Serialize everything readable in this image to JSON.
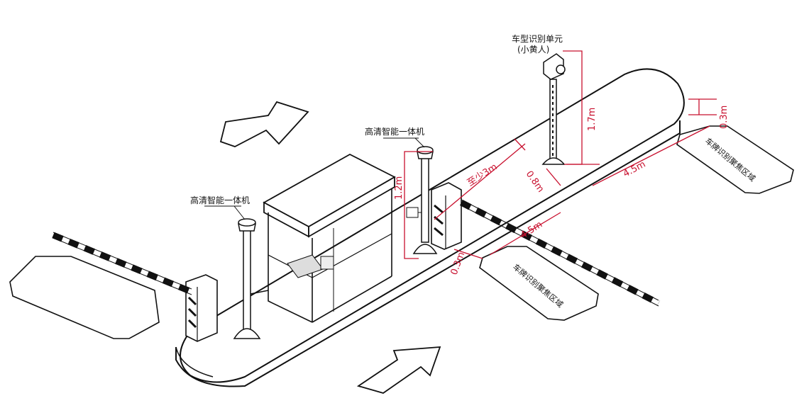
{
  "labels": {
    "camera_left": "高清智能一体机",
    "camera_mid": "高清智能一体机",
    "recognition_unit": "车型识别单元",
    "recognition_unit_sub": "(小黄人)",
    "zone_exit": "车牌识别聚焦区域",
    "zone_entry": "车牌识别聚焦区域"
  },
  "dimensions": {
    "pole_height": "1.7m",
    "curb_offset": "0.3m",
    "focus_distance_exit": "4.5m",
    "camera_height": "1.2m",
    "min_distance": "至少3m",
    "unit_offset": "0.8m",
    "focus_distance_entry": "4.5m",
    "gate_offset": "0.3m"
  },
  "colors": {
    "line": "#111111",
    "dimension": "#c8102e"
  }
}
